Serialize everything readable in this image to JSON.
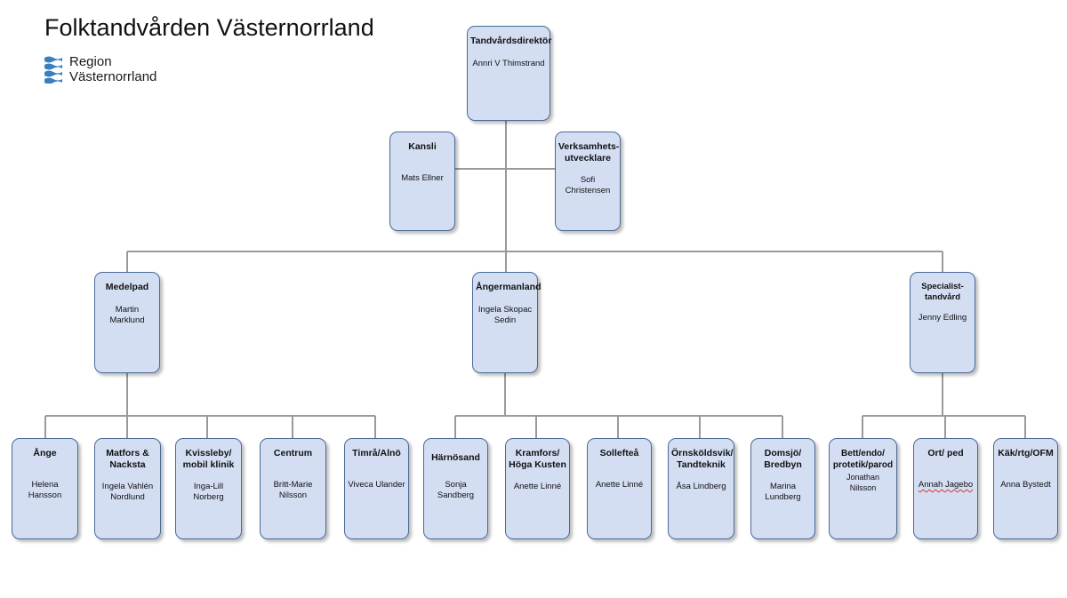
{
  "header": {
    "title": "Folktandvården Västernorrland",
    "logo_text_line1": "Region",
    "logo_text_line2": "Västernorrland",
    "logo_icon": "region-vasternorrland-logo-icon",
    "logo_color": "#3a7fc1"
  },
  "colors": {
    "node_fill": "#d3def3",
    "node_border": "#4a6a98",
    "connector": "#9a9a9a"
  },
  "org": {
    "director": {
      "title": "Tandvårdsdirektör",
      "name": "Annri V Thimstrand"
    },
    "staff": [
      {
        "title": "Kansli",
        "name": "Mats Ellner"
      },
      {
        "title": "Verksamhets-\nutvecklare",
        "name": "Sofi\nChristensen"
      }
    ],
    "areas": [
      {
        "title": "Medelpad",
        "name": "Martin\nMarklund",
        "units": [
          {
            "title": "Ånge",
            "name": "Helena Hansson"
          },
          {
            "title": "Matfors &\nNacksta",
            "name": "Ingela Vahlén\nNordlund"
          },
          {
            "title": "Kvissleby/\nmobil klinik",
            "name": "Inga-Lill\nNorberg"
          },
          {
            "title": "Centrum",
            "name": "Britt-Marie\nNilsson"
          },
          {
            "title": "Timrå/Alnö",
            "name": "Viveca Ulander"
          }
        ]
      },
      {
        "title": "Ångermanland",
        "name": "Ingela Skopac\nSedin",
        "units": [
          {
            "title": "Härnösand",
            "name": "Sonja Sandberg"
          },
          {
            "title": "Kramfors/\nHöga Kusten",
            "name": "Anette Linné"
          },
          {
            "title": "Sollefteå",
            "name": "Anette Linné"
          },
          {
            "title": "Örnsköldsvik/\nTandteknik",
            "name": "Åsa Lindberg"
          },
          {
            "title": "Domsjö/\nBredbyn",
            "name": "Marina\nLundberg"
          }
        ]
      },
      {
        "title": "Specialist-\ntandvård",
        "name": "Jenny Edling",
        "units": [
          {
            "title": "Bett/endo/\nprotetik/parod",
            "name": "Jonathan Nilsson"
          },
          {
            "title": "Ort/ ped",
            "name": "Annah Jagebo"
          },
          {
            "title": "Käk/rtg/OFM",
            "name": "Anna Bystedt"
          }
        ]
      }
    ]
  }
}
